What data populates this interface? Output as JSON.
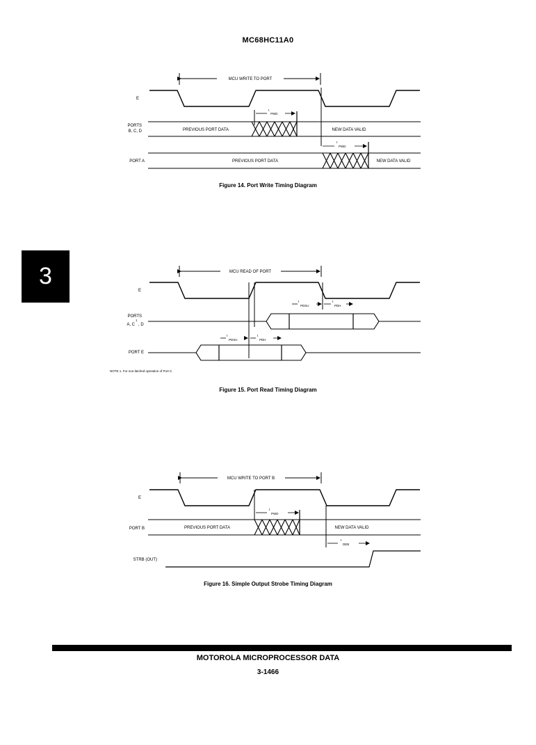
{
  "header": {
    "part_number": "MC68HC11A0"
  },
  "side_tab": {
    "section": "3"
  },
  "figure14": {
    "caption": "Figure 14. Port Write Timing Diagram",
    "span_label": "MCU WRITE TO PORT",
    "signal_e": "E",
    "ports_bcd_line1": "PORTS",
    "ports_bcd_line2": "B, C, D",
    "port_a": "PORT A",
    "prev_data": "PREVIOUS PORT DATA",
    "new_data": "NEW DATA VALID",
    "t_main": "t",
    "t_sub": "PWD"
  },
  "figure15": {
    "caption": "Figure 15. Port Read Timing Diagram",
    "span_label": "MCU READ OF PORT",
    "signal_e": "E",
    "ports_acd_line1": "PORTS",
    "ports_acd_line2": "A, C",
    "ports_acd_sup": "1",
    "ports_acd_tail": ", D",
    "port_e": "PORT E",
    "t_main": "t",
    "t_sub_setup": "PDSU",
    "t_sub_hold": "PDH",
    "note": "NOTE 1.  For non-latched operation of Port C."
  },
  "figure16": {
    "caption": "Figure 16. Simple Output Strobe Timing Diagram",
    "span_label": "MCU WRITE TO PORT B",
    "signal_e": "E",
    "port_b": "PORT B",
    "strb": "STRB (OUT)",
    "prev_data": "PREVIOUS PORT DATA",
    "new_data": "NEW DATA VALID",
    "t_main": "t",
    "t_sub_pwd": "PWD",
    "t_sub_deb": "DEB"
  },
  "footer": {
    "publisher": "MOTOROLA MICROPROCESSOR DATA",
    "page_number": "3-1466"
  }
}
